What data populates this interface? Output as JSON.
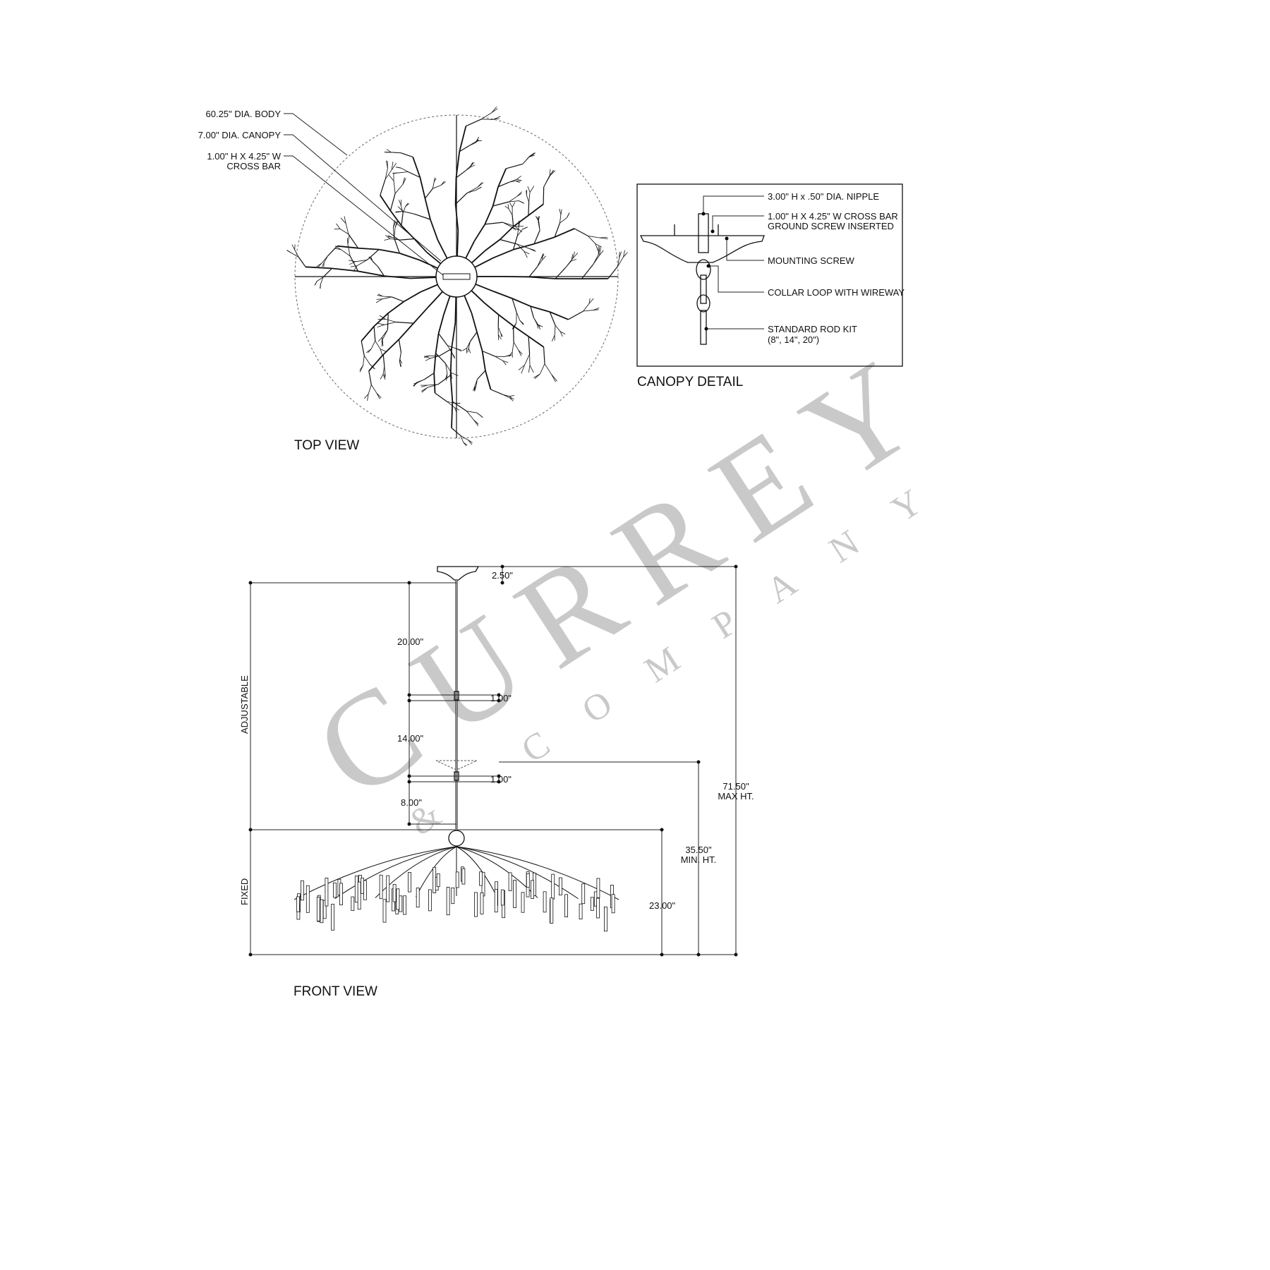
{
  "top_view": {
    "title": "TOP VIEW",
    "callouts": [
      "60.25\" DIA. BODY",
      "7.00\" DIA. CANOPY",
      "1.00\" H X 4.25\" W",
      "CROSS BAR"
    ]
  },
  "canopy_detail": {
    "title": "CANOPY DETAIL",
    "callouts": [
      "3.00\" H x .50\" DIA. NIPPLE",
      "1.00\" H X 4.25\" W CROSS BAR",
      "GROUND SCREW INSERTED",
      "MOUNTING SCREW",
      "COLLAR LOOP WITH WIREWAY",
      "STANDARD ROD KIT",
      "(8\", 14\", 20\")"
    ]
  },
  "front_view": {
    "title": "FRONT VIEW",
    "dimensions": {
      "canopy": "2.50\"",
      "rod_20": "20.00\"",
      "link_1": "1.00\"",
      "rod_14": "14.00\"",
      "link_2": "1.00\"",
      "rod_8": "8.00\"",
      "fixed": "23.00\"",
      "min_ht": "35.50\"",
      "min_ht_label": "MIN. HT.",
      "max_ht": "71.50\"",
      "max_ht_label": "MAX HT."
    },
    "side_labels": {
      "adjustable": "ADJUSTABLE",
      "fixed": "FIXED"
    }
  },
  "watermark": {
    "brand": "CURREY",
    "sub": "& COMPANY"
  }
}
